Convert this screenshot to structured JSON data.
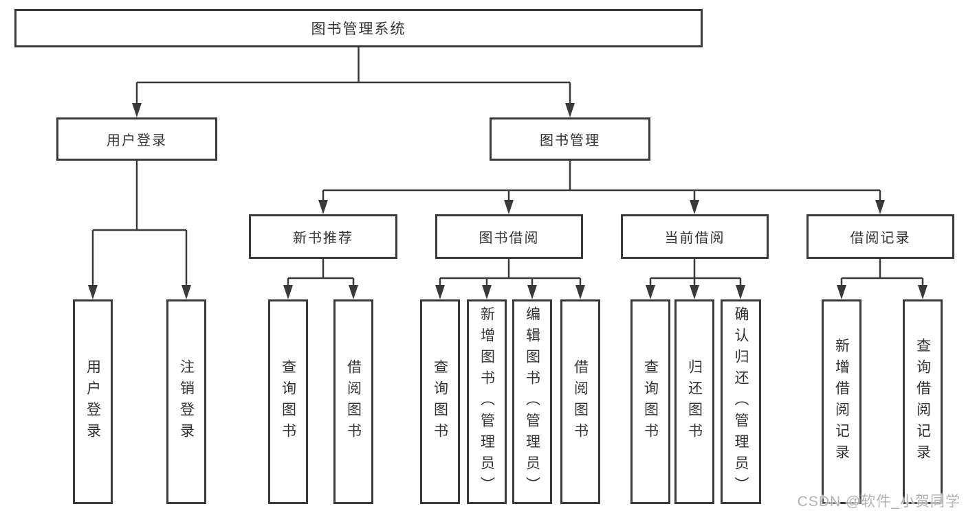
{
  "diagram_type": "hierarchy-tree",
  "colors": {
    "line": "#3a3a3a",
    "box_border": "#3a3a3a",
    "text": "#333333",
    "watermark_text": "#b3b1b1",
    "background": "#ffffff"
  },
  "tree": {
    "root": "图书管理系统",
    "children": [
      {
        "label": "用户登录",
        "children": [
          "用户登录",
          "注销登录"
        ]
      },
      {
        "label": "图书管理",
        "children": [
          {
            "label": "新书推荐",
            "children": [
              "查询图书",
              "借阅图书"
            ]
          },
          {
            "label": "图书借阅",
            "children": [
              "查询图书",
              "新增图书（管理员）",
              "编辑图书（管理员）",
              "借阅图书"
            ]
          },
          {
            "label": "当前借阅",
            "children": [
              "查询图书",
              "归还图书",
              "确认归还（管理员）"
            ]
          },
          {
            "label": "借阅记录",
            "children": [
              "新增借阅记录",
              "查询借阅记录"
            ]
          }
        ]
      }
    ]
  },
  "watermark": "CSDN @软件_小贺同学"
}
